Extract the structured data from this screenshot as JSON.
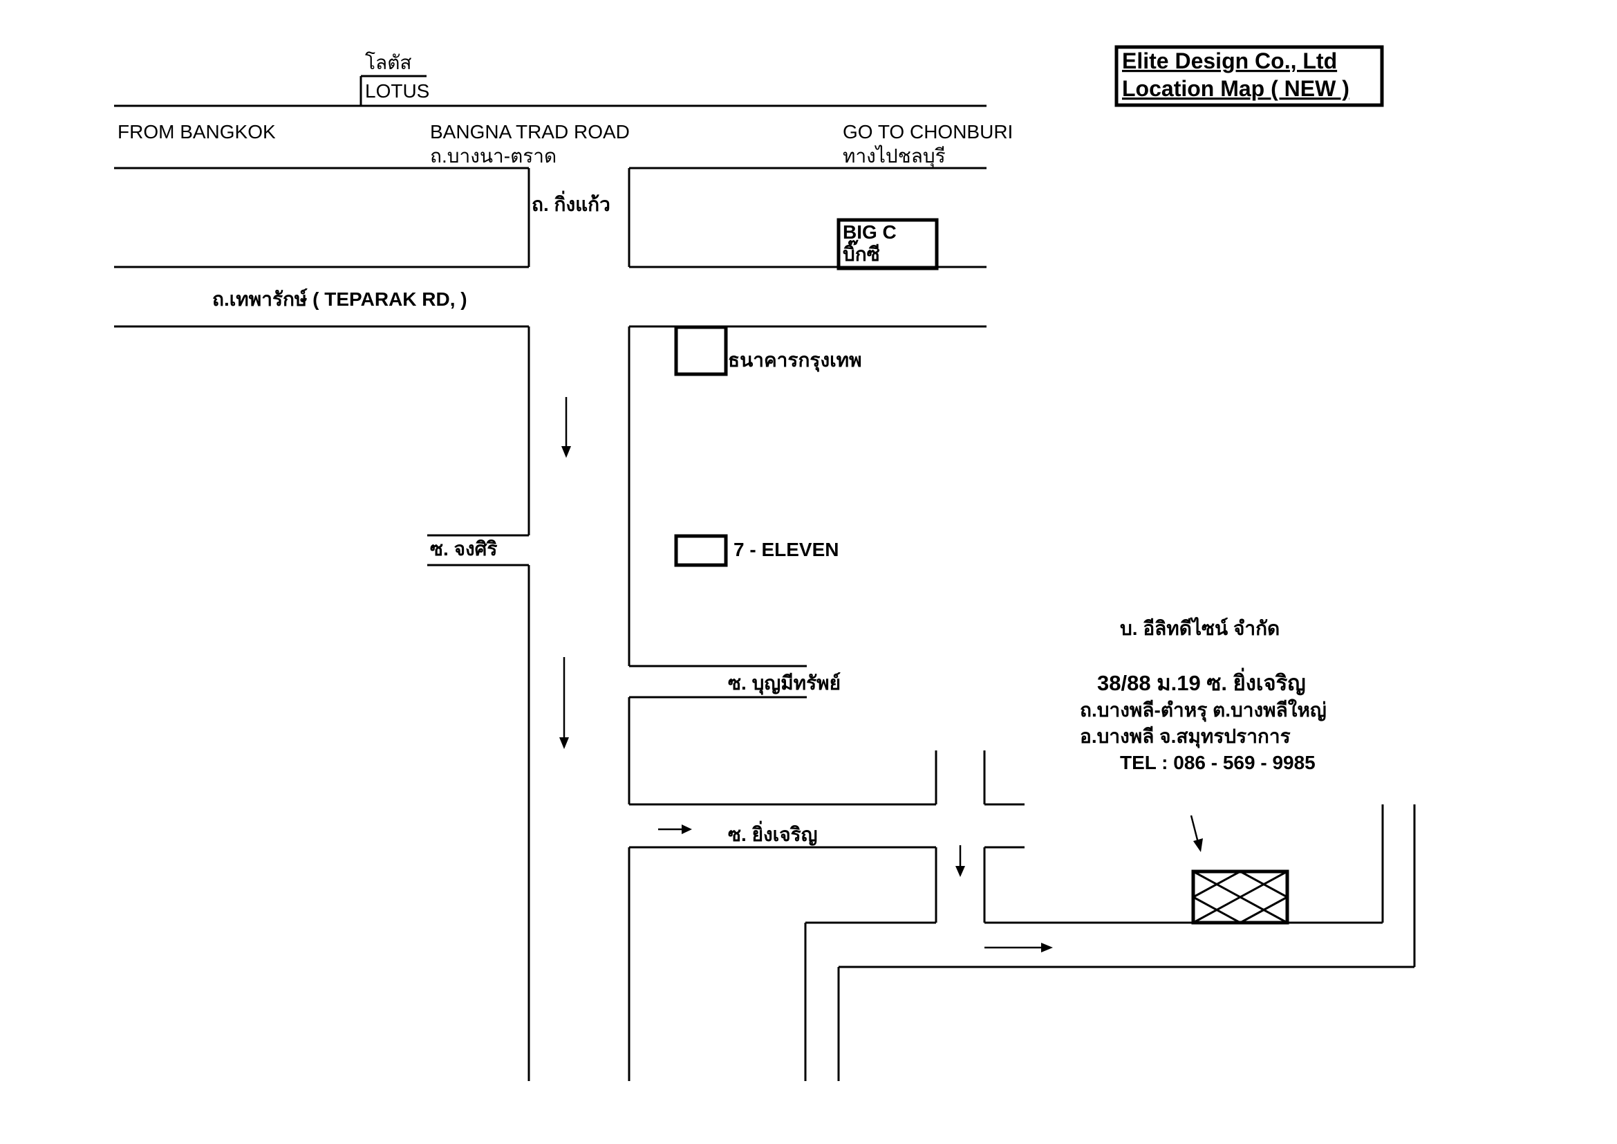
{
  "title": {
    "line1": "Elite Design Co., Ltd",
    "line2": "Location Map  ( NEW )"
  },
  "landmarks": {
    "lotus_thai": "โลตัส",
    "lotus_en": "LOTUS",
    "big_c_en": "BIG C",
    "big_c_thai": "บิ๊กซี",
    "bangkok_bank": "ธนาคารกรุงเทพ",
    "seven_eleven": "7 - ELEVEN"
  },
  "roads": {
    "from_bangkok": "FROM BANGKOK",
    "bangna_trad_en": "BANGNA TRAD ROAD",
    "bangna_trad_thai": "ถ.บางนา-ตราด",
    "go_to_chonburi_en": "GO TO CHONBURI",
    "go_to_chonburi_thai": "ทางไปชลบุรี",
    "king_kaew": "ถ. กิ่งแก้ว",
    "teparak": "ถ.เทพารักษ์ ( TEPARAK RD, )",
    "soi_jongsiri": "ซ. จงศิริ",
    "soi_boonmeesap": "ซ. บุญมีทรัพย์",
    "soi_yingcharoen": "ซ. ยิ่งเจริญ"
  },
  "company": {
    "name_thai": "บ. อีลิทดีไซน์ จำกัด",
    "address_line1": "38/88  ม.19 ซ. ยิ่งเจริญ",
    "address_line2": "ถ.บางพลี-ตำหรุ ต.บางพลีใหญ่",
    "address_line3": "อ.บางพลี จ.สมุทรปราการ",
    "tel": "TEL : 086 - 569 - 9985"
  },
  "style": {
    "line_color": "#000000",
    "background": "#ffffff"
  }
}
